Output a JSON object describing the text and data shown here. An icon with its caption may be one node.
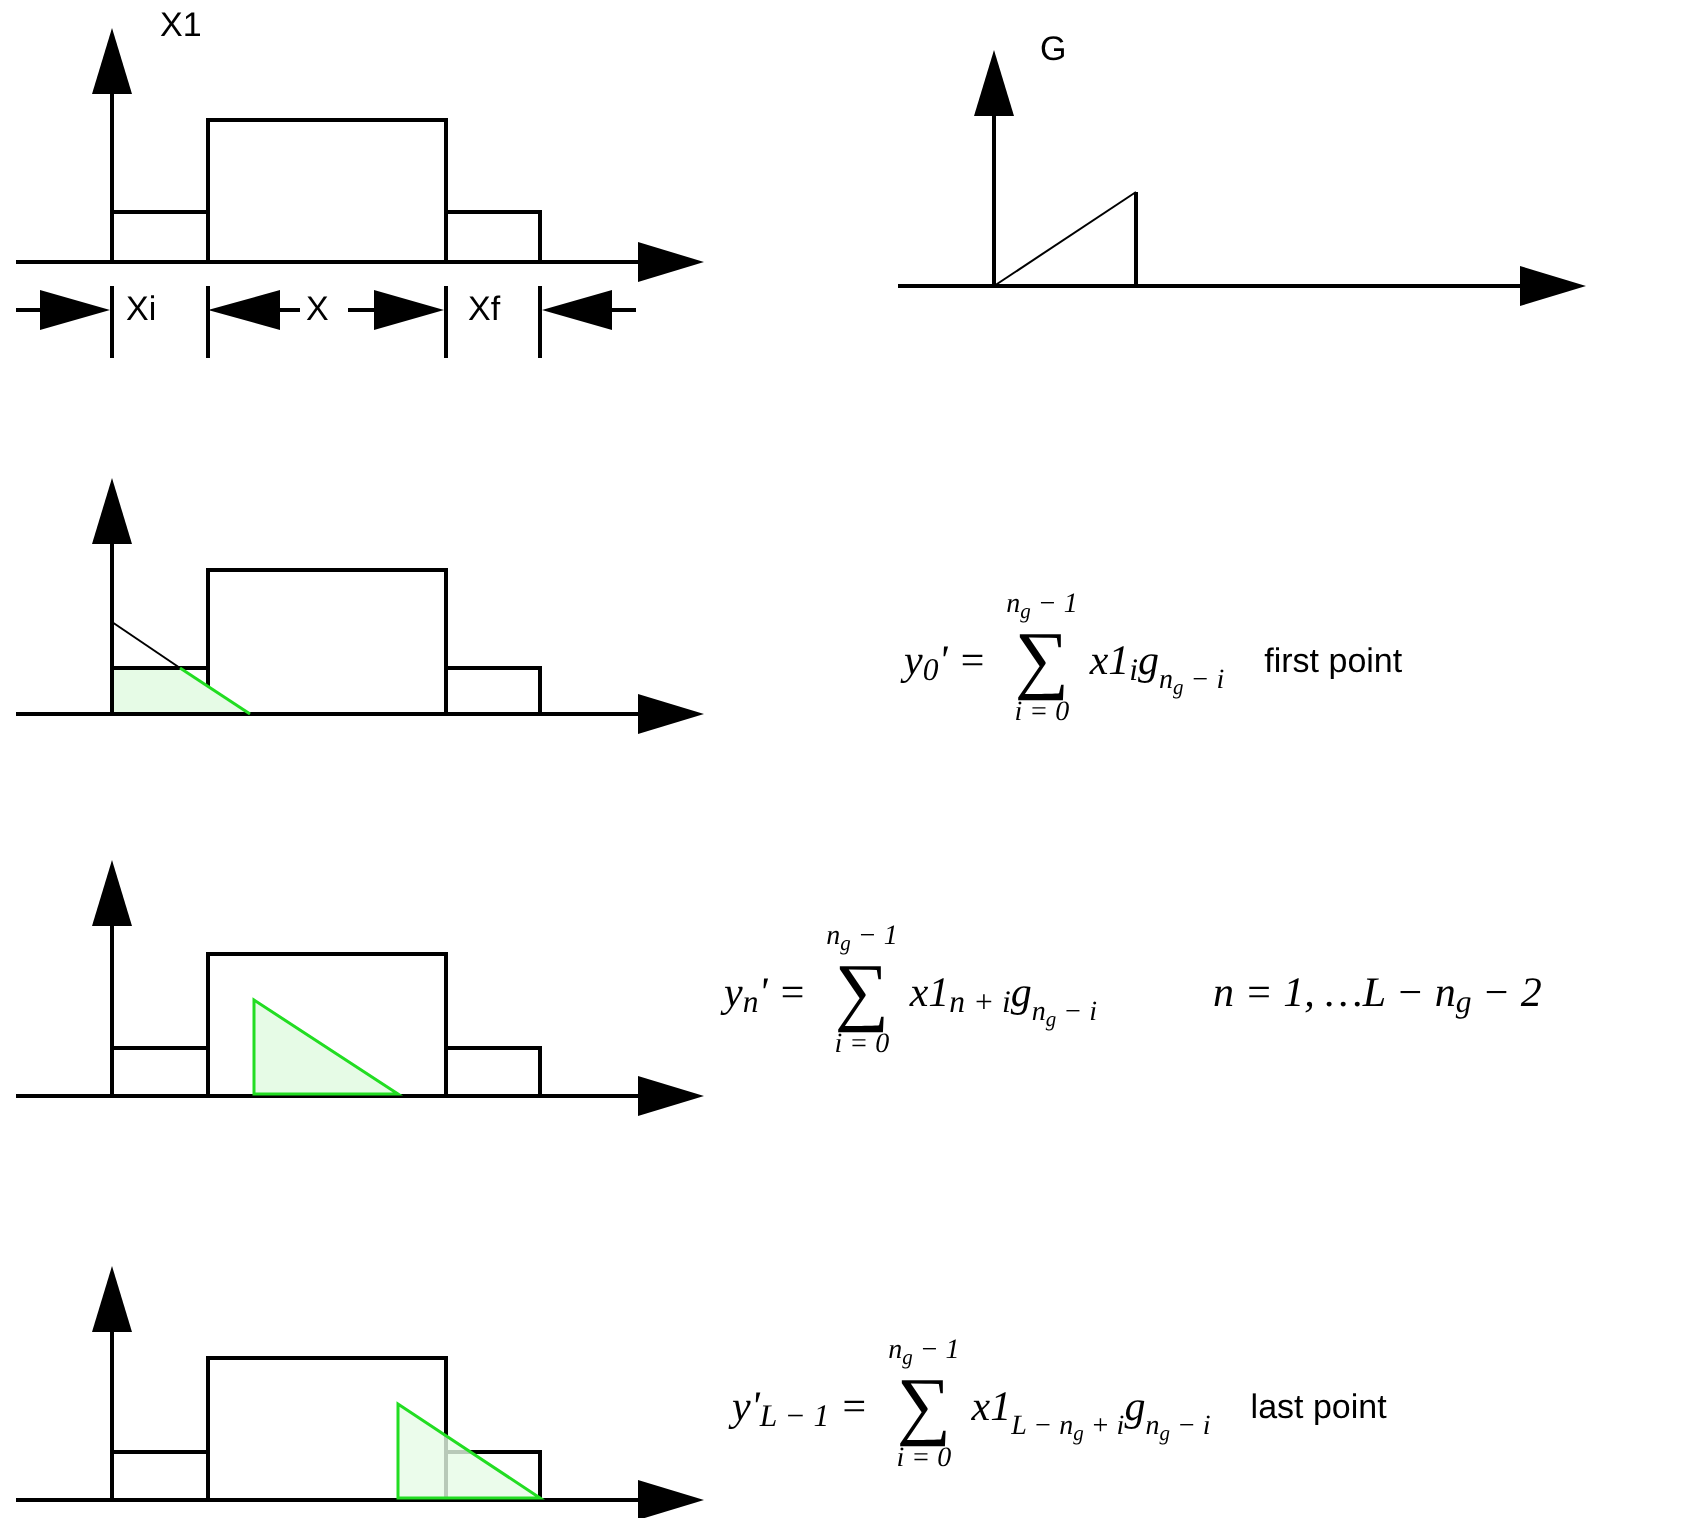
{
  "diagram": {
    "labels": [
      "X1",
      "Xi",
      "X",
      "Xf",
      "G",
      "y$_{0}$' =",
      "n$_{g}$ − 1",
      "∑",
      "i = 0",
      "x1$_{i}$g",
      "n$_{g}$ − i",
      "first point",
      "y$_{n}$' =",
      "n$_{g}$ − 1",
      "∑",
      "i = 0",
      "x1$_{n + i}$g",
      "n$_{g}$ − i",
      "n = 1, …L − n$_{g}$ − 2",
      "y'$_{L − 1}$ =",
      "n$_{g}$ − 1",
      "∑",
      "i = 0",
      "x1",
      "L − n$_{g}$ + i",
      "g",
      "n$_{g}$ − i",
      "last point"
    ]
  }
}
